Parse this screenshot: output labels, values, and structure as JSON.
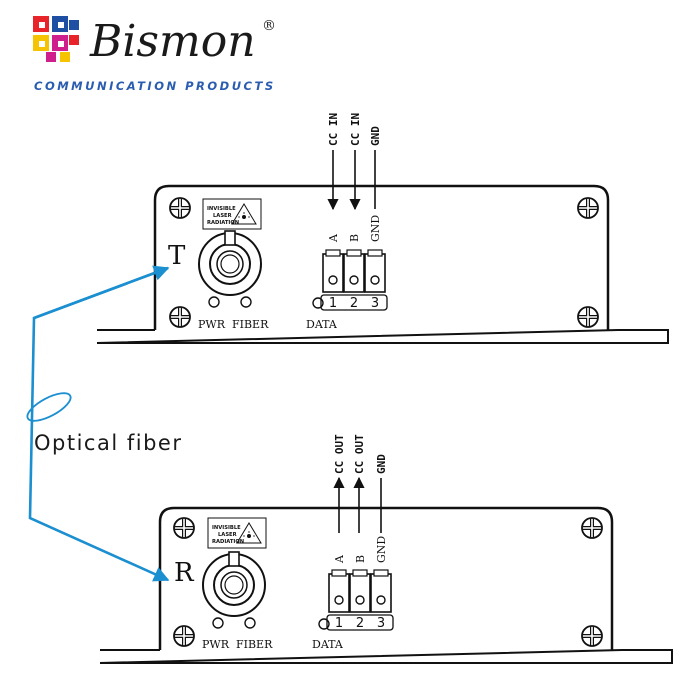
{
  "brand": {
    "name": "Bismon",
    "registered_mark": "®",
    "tagline": "COMMUNICATION PRODUCTS",
    "name_color": "#1a1a1a",
    "tagline_color": "#2a5db0",
    "logo_colors": [
      "#e8232a",
      "#1e4fa3",
      "#f5c300",
      "#cf1f8c"
    ]
  },
  "fiber": {
    "label": "Optical fiber",
    "color": "#1b8fd0"
  },
  "laser_warning": {
    "line1": "INVISIBLE",
    "line2": "LASER",
    "line3": "RADIATION"
  },
  "transmitter": {
    "letter": "T",
    "pwr_label": "PWR",
    "fiber_label": "FIBER",
    "data_label": "DATA",
    "wires": [
      {
        "label": "CC IN",
        "direction": "in"
      },
      {
        "label": "CC IN",
        "direction": "in"
      },
      {
        "label": "GND",
        "direction": "none"
      }
    ],
    "terminals": [
      {
        "name": "A",
        "number": "1"
      },
      {
        "name": "B",
        "number": "2"
      },
      {
        "name": "GND",
        "number": "3"
      }
    ]
  },
  "receiver": {
    "letter": "R",
    "pwr_label": "PWR",
    "fiber_label": "FIBER",
    "data_label": "DATA",
    "wires": [
      {
        "label": "CC OUT",
        "direction": "out"
      },
      {
        "label": "CC OUT",
        "direction": "out"
      },
      {
        "label": "GND",
        "direction": "none"
      }
    ],
    "terminals": [
      {
        "name": "A",
        "number": "1"
      },
      {
        "name": "B",
        "number": "2"
      },
      {
        "name": "GND",
        "number": "3"
      }
    ]
  }
}
